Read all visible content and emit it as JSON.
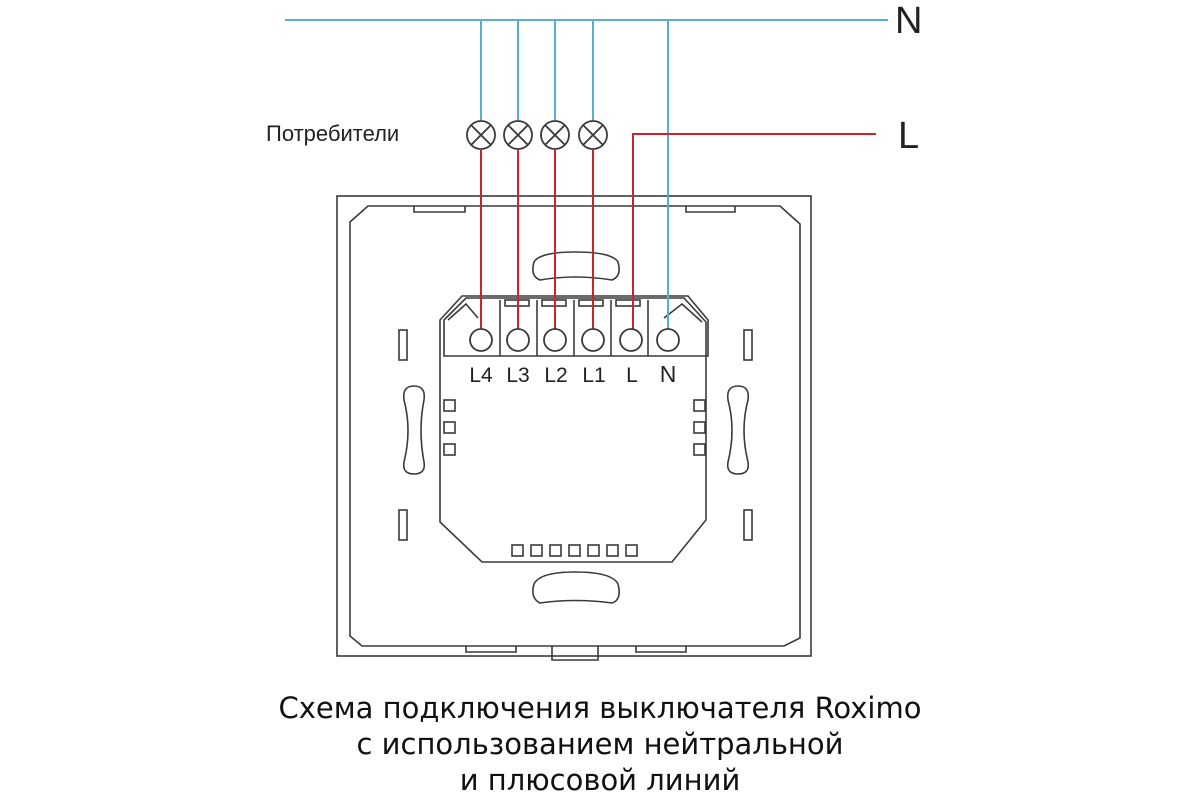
{
  "bus_labels": {
    "neutral": "N",
    "live": "L"
  },
  "consumers_label": "Потребители",
  "terminals": [
    "L4",
    "L3",
    "L2",
    "L1",
    "L",
    "N"
  ],
  "caption": {
    "line1": "Схема подключения выключателя Roximo",
    "line2": "с использованием нейтральной",
    "line3": "и плюсовой линий"
  },
  "colors": {
    "neutral_wire": "#5aaed6",
    "live_wire": "#c8252d",
    "outline": "#3a3a3a",
    "text": "#222222"
  }
}
